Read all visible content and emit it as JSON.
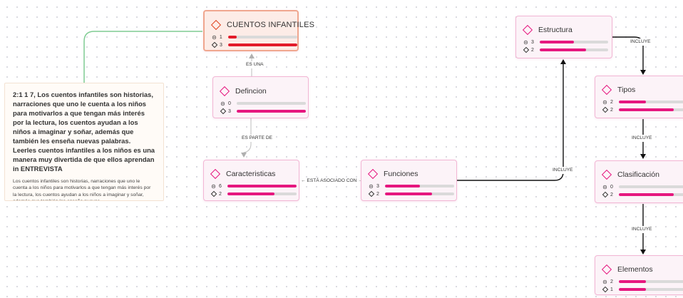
{
  "colors": {
    "accent": "#e6177f",
    "selected_accent": "#e31b2a",
    "node_border": "#f2b6d4",
    "connector_main": "#111111",
    "connector_light": "#b8b8b8",
    "connector_green": "#7fcc92"
  },
  "note": {
    "title": "2:1 1 7, Los cuentos infantiles son historias, narraciones que uno le cuenta a los niños para motivarlos a que tengan más interés por la lectura, los cuentos ayudan a los niños a imaginar y soñar, además que también les enseña nuevas palabras. Leerles cuentos infantiles a los niños es una manera muy divertida de que ellos aprendan in ENTREVISTA",
    "body": "Los cuentos infantiles son historias, narraciones que uno le cuenta a los niños para motivarlos a que tengan más interés por la lectura, los cuentos ayudan a los niños a imaginar y soñar, además que también les enseña nuevas"
  },
  "nodes": {
    "cuentos": {
      "title": "CUENTOS INFANTILES",
      "icon": "diamond-icon",
      "row1_count": "1",
      "row1_fill": 0.13,
      "row2_count": "3",
      "row2_fill": 1.0
    },
    "definicion": {
      "title": "Defincion",
      "icon": "diamond-icon",
      "row1_count": "0",
      "row1_fill": 0.0,
      "row2_count": "3",
      "row2_fill": 1.0
    },
    "caracteristicas": {
      "title": "Caracteristicas",
      "icon": "diamond-icon",
      "row1_count": "6",
      "row1_fill": 1.0,
      "row2_count": "2",
      "row2_fill": 0.68
    },
    "funciones": {
      "title": "Funciones",
      "icon": "diamond-icon",
      "row1_count": "3",
      "row1_fill": 0.5,
      "row2_count": "2",
      "row2_fill": 0.68
    },
    "estructura": {
      "title": "Estructura",
      "icon": "diamond-icon",
      "row1_count": "3",
      "row1_fill": 0.5,
      "row2_count": "2",
      "row2_fill": 0.68
    },
    "tipos": {
      "title": "Tipos",
      "icon": "diamond-icon",
      "row1_count": "2",
      "row1_fill": 0.4,
      "row2_count": "2",
      "row2_fill": 0.8
    },
    "clasificacion": {
      "title": "Clasificación",
      "icon": "diamond-icon",
      "row1_count": "0",
      "row1_fill": 0.0,
      "row2_count": "2",
      "row2_fill": 0.8
    },
    "elementos": {
      "title": "Elementos",
      "icon": "diamond-icon",
      "row1_count": "2",
      "row1_fill": 0.4,
      "row2_count": "1",
      "row2_fill": 0.4
    }
  },
  "edge_labels": {
    "es_una": "ES UNA",
    "es_parte_de": "ES PARTE DE",
    "esta_asociado_con": "← ESTÁ ASOCIADO CON →",
    "incluye_funciones_estructura": "INCLUYE",
    "incluye_estructura_tipos": "INCLUYE",
    "incluye_tipos_clasificacion": "INCLUYE",
    "incluye_clasificacion_elementos": "INCLUYE"
  },
  "stat_icons": {
    "row1": "comment-icon",
    "row2": "diamond-small-icon"
  }
}
